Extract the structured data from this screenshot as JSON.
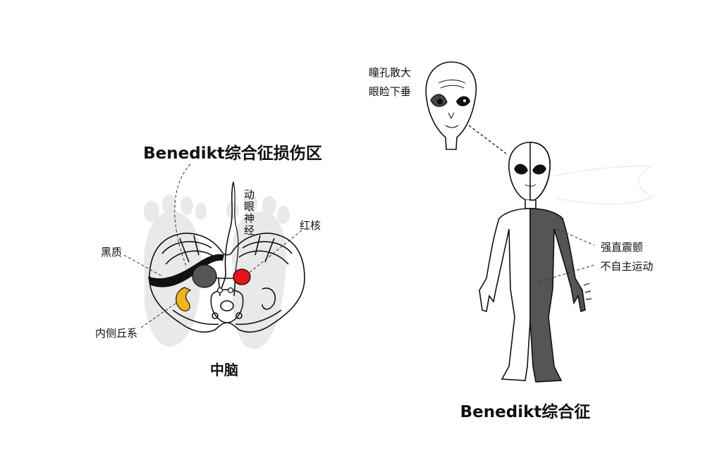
{
  "diagram": {
    "lesion_title": "Benedikt综合征损伤区",
    "oculomotor_nerve": "动眼神经",
    "red_nucleus": "红核",
    "substantia_nigra": "黑质",
    "medial_lemniscus": "内侧丘系",
    "midbrain": "中脑",
    "pupil_dilation": "瞳孔散大",
    "ptosis": "眼睑下垂",
    "rigid_tremor": "强直震颤",
    "involuntary_movement": "不自主运动",
    "syndrome_title": "Benedikt综合征"
  },
  "colors": {
    "red_nucleus": "#e3141c",
    "medial_lemniscus": "#f0b419",
    "dark_side": "#555555",
    "footprint": "#e9e9e9",
    "outline": "#111111"
  }
}
